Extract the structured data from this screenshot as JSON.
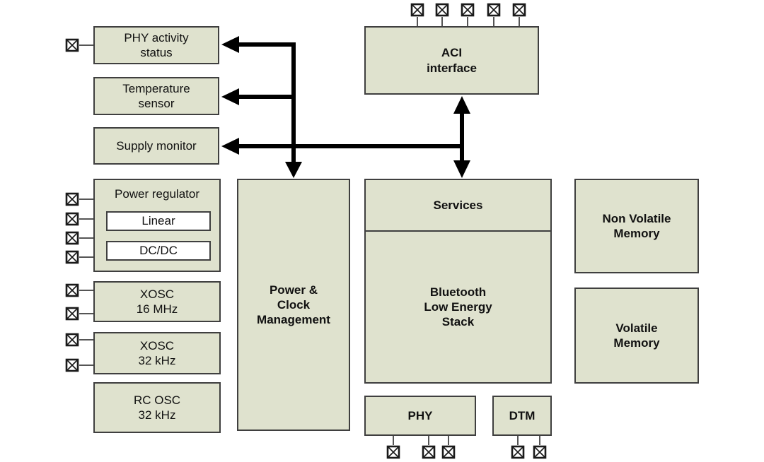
{
  "colors": {
    "box_fill": "#dfe2ce",
    "box_border": "#3f3f3f",
    "subbox_fill": "#ffffff",
    "text": "#111111",
    "arrow": "#000000",
    "pin_stroke": "#1a1a1a",
    "stub_line": "#555555"
  },
  "icons": {
    "io_pad": "crossed-square-pin"
  },
  "blocks": {
    "phy_activity_status": {
      "label": "PHY activity\nstatus"
    },
    "temperature_sensor": {
      "label": "Temperature\nsensor"
    },
    "supply_monitor": {
      "label": "Supply monitor"
    },
    "power_regulator": {
      "label": "Power regulator",
      "linear": "Linear",
      "dcdc": "DC/DC"
    },
    "xosc_16mhz": {
      "label": "XOSC\n16 MHz"
    },
    "xosc_32khz": {
      "label": "XOSC\n32 kHz"
    },
    "rc_osc_32khz": {
      "label": "RC OSC\n32 kHz"
    },
    "power_clock_management": {
      "label": "Power &\nClock\nManagement"
    },
    "aci_interface": {
      "label": "ACI\ninterface"
    },
    "services": {
      "label": "Services"
    },
    "ble_stack": {
      "label": "Bluetooth\nLow Energy\nStack"
    },
    "non_volatile_memory": {
      "label": "Non Volatile\nMemory"
    },
    "volatile_memory": {
      "label": "Volatile\nMemory"
    },
    "phy": {
      "label": "PHY"
    },
    "dtm": {
      "label": "DTM"
    }
  }
}
